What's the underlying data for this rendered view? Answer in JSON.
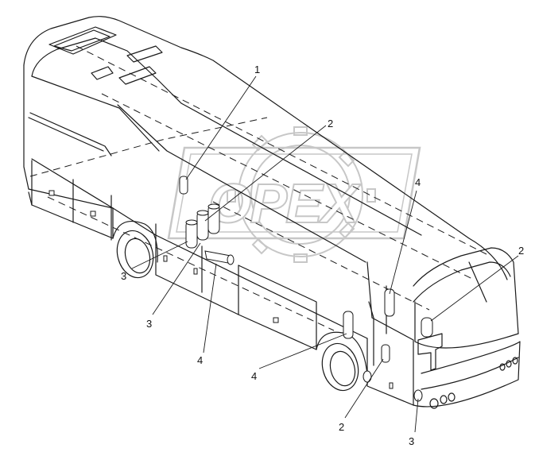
{
  "callouts": {
    "c1": "1",
    "c2a": "2",
    "c2b": "2",
    "c2c": "2",
    "c3a": "3",
    "c3b": "3",
    "c3c": "3",
    "c4a": "4",
    "c4b": "4",
    "c4c": "4"
  },
  "watermark": {
    "text": "OPEX",
    "color": "#9a9a9a"
  },
  "colors": {
    "line": "#1a1a1a",
    "background": "#ffffff"
  }
}
